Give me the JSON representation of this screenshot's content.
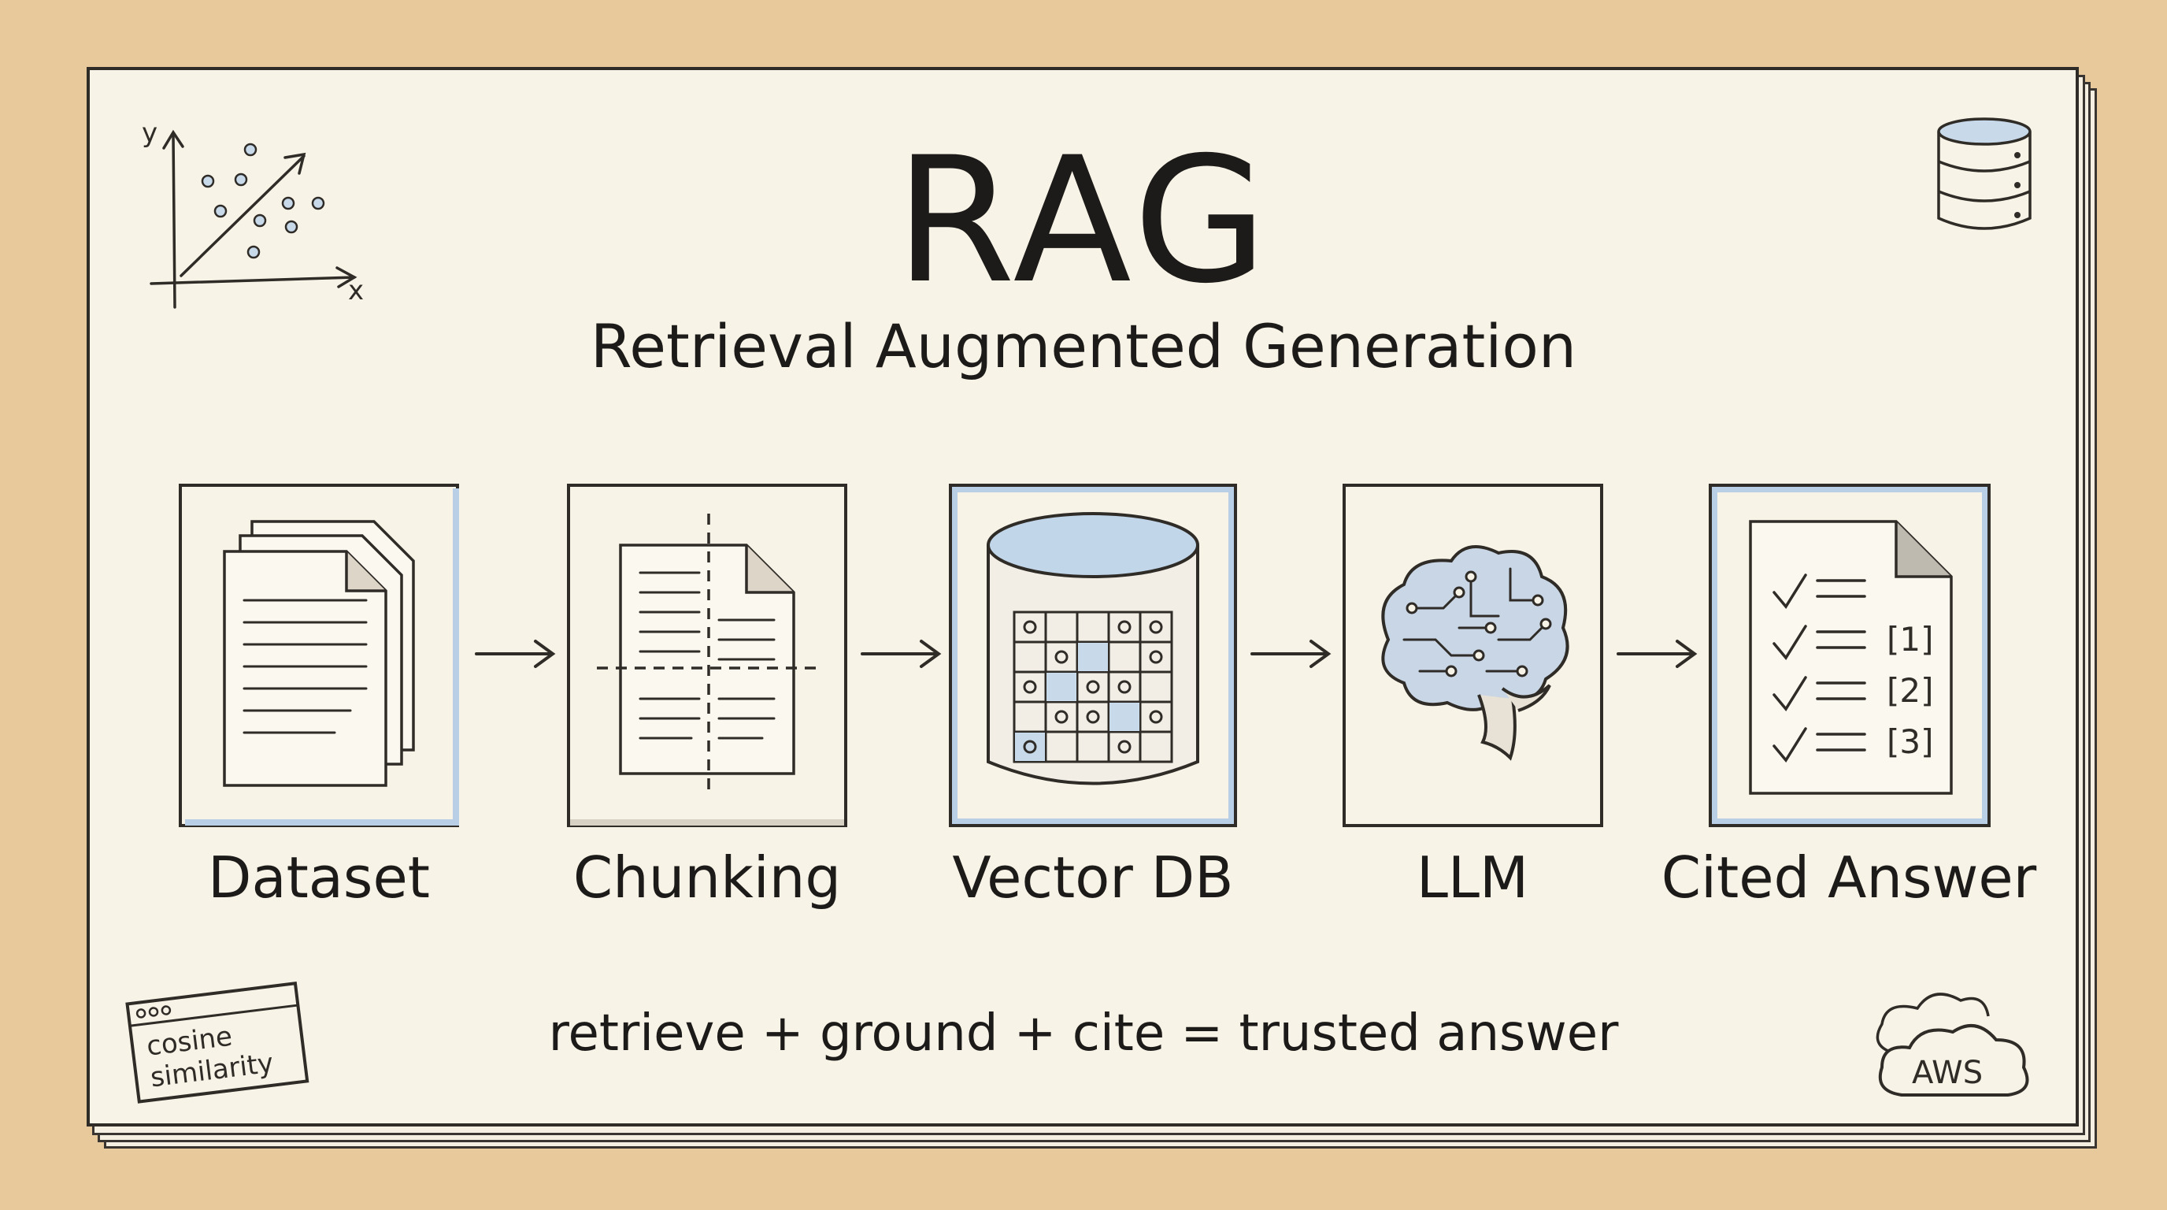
{
  "title": "RAG",
  "subtitle": "Retrieval Augmented Generation",
  "steps": [
    {
      "label": "Dataset",
      "icon": "documents-stack-icon"
    },
    {
      "label": "Chunking",
      "icon": "chunked-document-icon"
    },
    {
      "label": "Vector DB",
      "icon": "vector-database-icon"
    },
    {
      "label": "LLM",
      "icon": "brain-circuit-icon"
    },
    {
      "label": "Cited Answer",
      "icon": "cited-checklist-icon"
    }
  ],
  "citations": [
    "[1]",
    "[2]",
    "[3]"
  ],
  "formula": "retrieve + ground + cite = trusted answer",
  "corner": {
    "plot_x_label": "x",
    "plot_y_label": "y",
    "note": [
      "cosine",
      "similarity"
    ],
    "cloud_label": "AWS"
  },
  "colors": {
    "background": "#e8c99b",
    "paper": "#f8f3e7",
    "ink": "#2f2b27",
    "accent": "#b9cfe6"
  }
}
